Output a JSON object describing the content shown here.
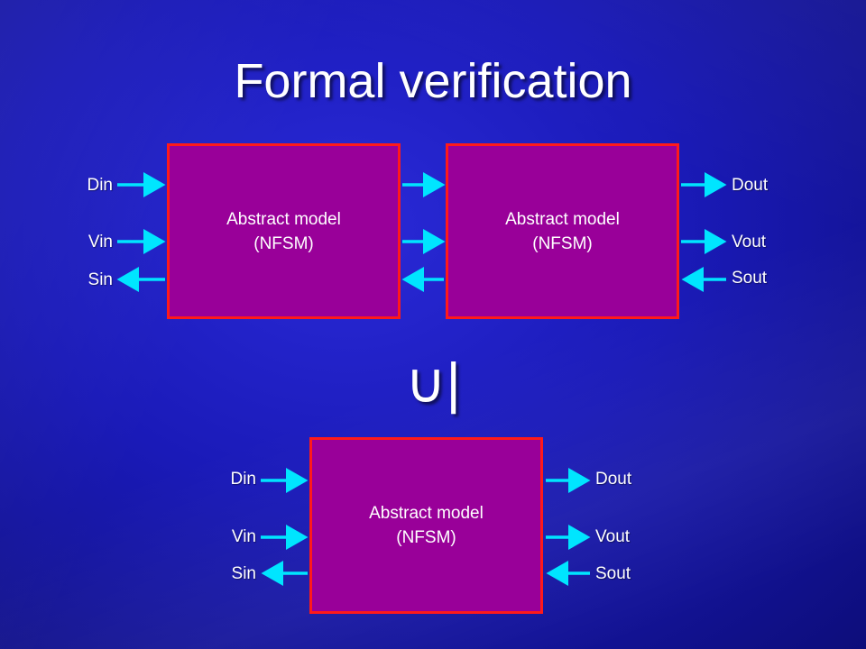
{
  "title": "Formal verification",
  "equiv_symbol": "∪|",
  "top_diagram": {
    "left_model": {
      "line1": "Abstract model",
      "line2": "(NFSM)"
    },
    "right_model": {
      "line1": "Abstract model",
      "line2": "(NFSM)"
    },
    "inputs_left": [
      "Din",
      "Vin",
      "Sin"
    ],
    "outputs_right": [
      "Dout",
      "Vout",
      "Sout"
    ]
  },
  "bottom_diagram": {
    "model": {
      "line1": "Abstract model",
      "line2": "(NFSM)"
    },
    "inputs_left": [
      "Din",
      "Vin",
      "Sin"
    ],
    "outputs_right": [
      "Dout",
      "Vout",
      "Sout"
    ]
  },
  "colors": {
    "box_fill": "#990099",
    "box_border": "#ff1a1a",
    "arrow": "#00e5ff",
    "text": "#ffffff"
  }
}
